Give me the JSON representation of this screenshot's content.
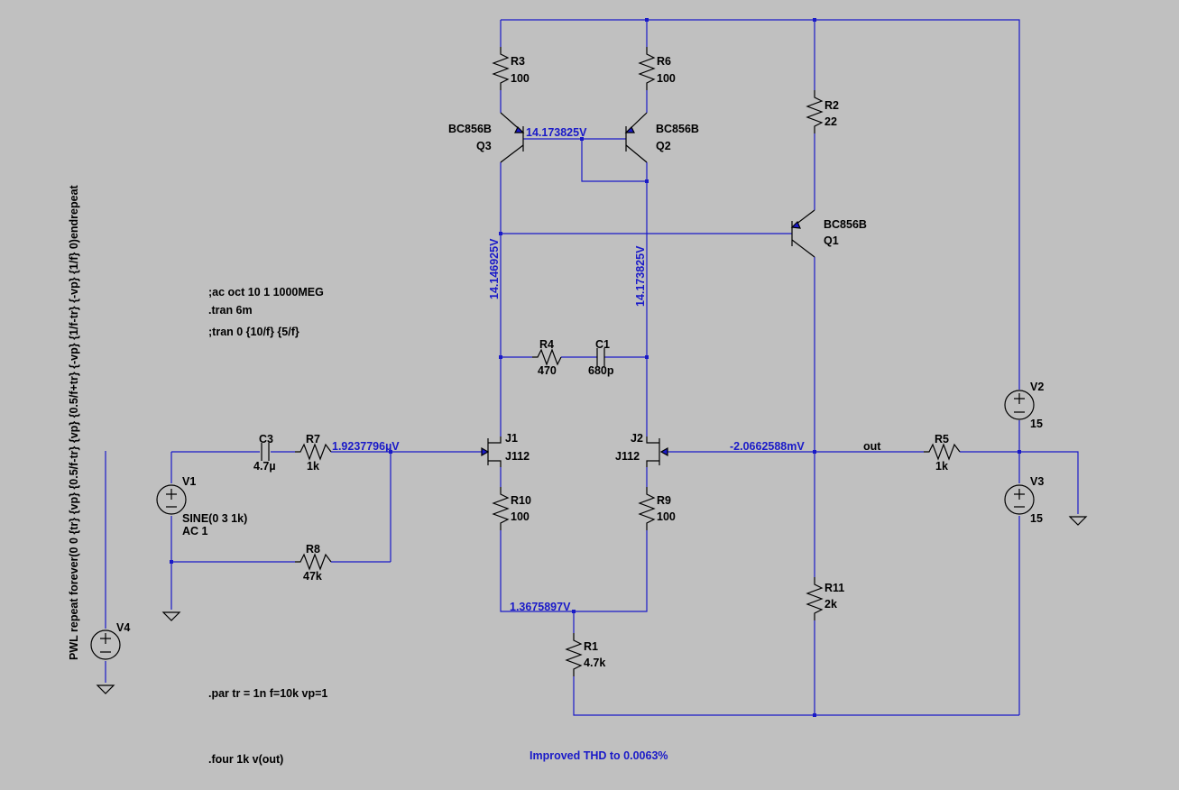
{
  "labels": {
    "R3_name": "R3",
    "R3_val": "100",
    "R6_name": "R6",
    "R6_val": "100",
    "R2_name": "R2",
    "R2_val": "22",
    "Q3_model": "BC856B",
    "Q3_name": "Q3",
    "Q2_model": "BC856B",
    "Q2_name": "Q2",
    "Q1_model": "BC856B",
    "Q1_name": "Q1",
    "R4_name": "R4",
    "R4_val": "470",
    "C1_name": "C1",
    "C1_val": "680p",
    "J1_name": "J1",
    "J1_model": "J112",
    "J2_name": "J2",
    "J2_model": "J112",
    "R10_name": "R10",
    "R10_val": "100",
    "R9_name": "R9",
    "R9_val": "100",
    "R1_name": "R1",
    "R1_val": "4.7k",
    "R11_name": "R11",
    "R11_val": "2k",
    "C3_name": "C3",
    "C3_val": "4.7µ",
    "R7_name": "R7",
    "R7_val": "1k",
    "R8_name": "R8",
    "R8_val": "47k",
    "R5_name": "R5",
    "R5_val": "1k",
    "V1_name": "V1",
    "V1_val1": "SINE(0 3 1k)",
    "V1_val2": "AC 1",
    "V2_name": "V2",
    "V2_val": "15",
    "V3_name": "V3",
    "V3_val": "15",
    "V4_name": "V4",
    "V4_pwl": "PWL repeat forever(0 0 {tr} {vp} {0.5/f-tr} {vp} {0.5/f+tr} {-vp} {1/f-tr} {-vp} {1/f} 0)endrepeat",
    "net_out": "out"
  },
  "voltages": {
    "q3_base": "14.173825V",
    "q3_collector": "14.146925V",
    "q2_collector": "14.173825V",
    "j1_gate": "1.9237796µV",
    "j2_gate": "-2.0662588mV",
    "tail": "1.3675897V"
  },
  "directives": {
    "ac": ";ac oct 10 1 1000MEG",
    "tran": ".tran 6m",
    "tran2": ";tran 0 {10/f} {5/f}",
    "par": ".par tr = 1n f=10k vp=1",
    "four": ".four 1k v(out)",
    "comment": "Improved THD to 0.0063%"
  },
  "colors": {
    "background": "#c0c0c0",
    "wire": "#1a1ac8",
    "component": "#000000"
  }
}
